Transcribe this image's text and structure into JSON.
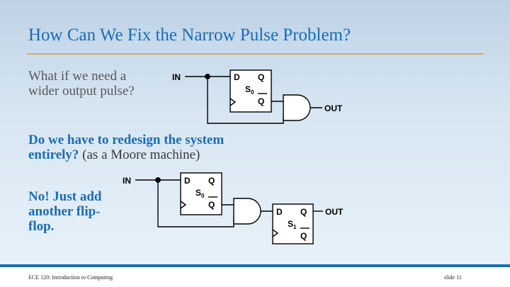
{
  "slide": {
    "title": "How Can We Fix the Narrow Pulse Problem?",
    "intro_line1": "What if we need a",
    "intro_line2": "wider output pulse?",
    "question_bold_line1": "Do we have to redesign the system",
    "question_bold_line2": "entirely?",
    "question_normal": " (as a Moore machine)",
    "answer_line1": "No!  Just add",
    "answer_line2": "another flip-",
    "answer_line3": "flop."
  },
  "circuit1": {
    "input_label": "IN",
    "ff_d": "D",
    "ff_q": "Q",
    "ff_qbar": "Q",
    "ff_state": "S",
    "ff_state_sub": "0",
    "output_label": "OUT"
  },
  "circuit2": {
    "input_label": "IN",
    "ff1_d": "D",
    "ff1_q": "Q",
    "ff1_qbar": "Q",
    "ff1_state": "S",
    "ff1_state_sub": "0",
    "ff2_d": "D",
    "ff2_q": "Q",
    "ff2_qbar": "Q",
    "ff2_state": "S",
    "ff2_state_sub": "1",
    "output_label": "OUT"
  },
  "footer": {
    "course": "ECE 120: Introduction to Computing",
    "slide_number": "slide 11"
  },
  "colors": {
    "title_blue": "#1a6db3",
    "rule_gold": "#c2b468",
    "body_gray": "#585858"
  }
}
